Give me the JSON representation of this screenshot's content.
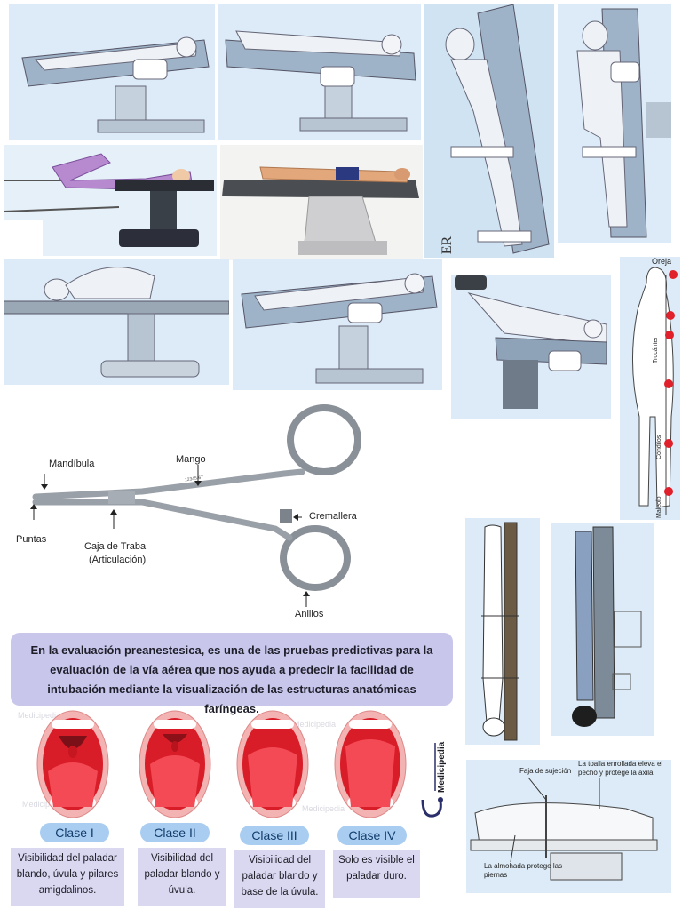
{
  "panels": {
    "supine_top_left": {
      "icon": "supine-position-illustration"
    },
    "supine_top_mid": {
      "icon": "supine-position-illustration"
    },
    "standing_left": {
      "icon": "reverse-trendelenburg-illustration",
      "side_text": "ER"
    },
    "standing_right": {
      "icon": "standing-position-illustration"
    },
    "lithotomy": {
      "icon": "lithotomy-position-illustration"
    },
    "patient_photo": {
      "icon": "patient-on-table-photo"
    },
    "prone_jackknife": {
      "icon": "knee-chest-position-illustration"
    },
    "supine_mid": {
      "icon": "supine-position-illustration"
    },
    "legs_raised": {
      "icon": "legs-raised-position-illustration"
    },
    "body_outline": {
      "labels": [
        "Oreja",
        "Trocánter",
        "Cóndilos",
        "Maleolo"
      ]
    },
    "vertical_left": {
      "icon": "lateral-position-drawing"
    },
    "vertical_right": {
      "icon": "head-down-position-drawing"
    },
    "lateral_bottom": {
      "label_strap": "Faja de sujeción",
      "label_towel": "La toalla enrollada eleva el pecho y protege la axila",
      "label_pillow": "La almohada protege las piernas"
    }
  },
  "forceps": {
    "label_mandibula": "Mandíbula",
    "label_mango": "Mango",
    "label_puntas": "Puntas",
    "label_caja": "Caja de Traba",
    "label_articulacion": "(Articulación)",
    "label_cremallera": "Cremallera",
    "label_anillos": "Anillos",
    "engraving": "12345-67"
  },
  "mallampati": {
    "description": "En la evaluación preanestesica, es una de las pruebas predictivas para la evaluación de la vía aérea que nos ayuda a predecir la facilidad de intubación mediante la visualización de las estructuras anatómicas faríngeas.",
    "brand": "Medicipedia",
    "watermark": "Medicipedia",
    "classes": [
      {
        "name": "Clase I",
        "desc": "Visibilidad del paladar blando, úvula y pilares amigdalinos."
      },
      {
        "name": "Clase II",
        "desc": "Visibilidad del paladar blando y úvula."
      },
      {
        "name": "Clase III",
        "desc": "Visibilidad del paladar blando y base de la úvula."
      },
      {
        "name": "Clase IV",
        "desc": "Solo es visible el paladar duro."
      }
    ]
  },
  "colors": {
    "panel_bg": "#dcebf7",
    "pill_bg": "#a9cdf1",
    "box_bg": "#c8c6ea",
    "marker_red": "#e0202a",
    "mouth_red": "#d81c28"
  }
}
